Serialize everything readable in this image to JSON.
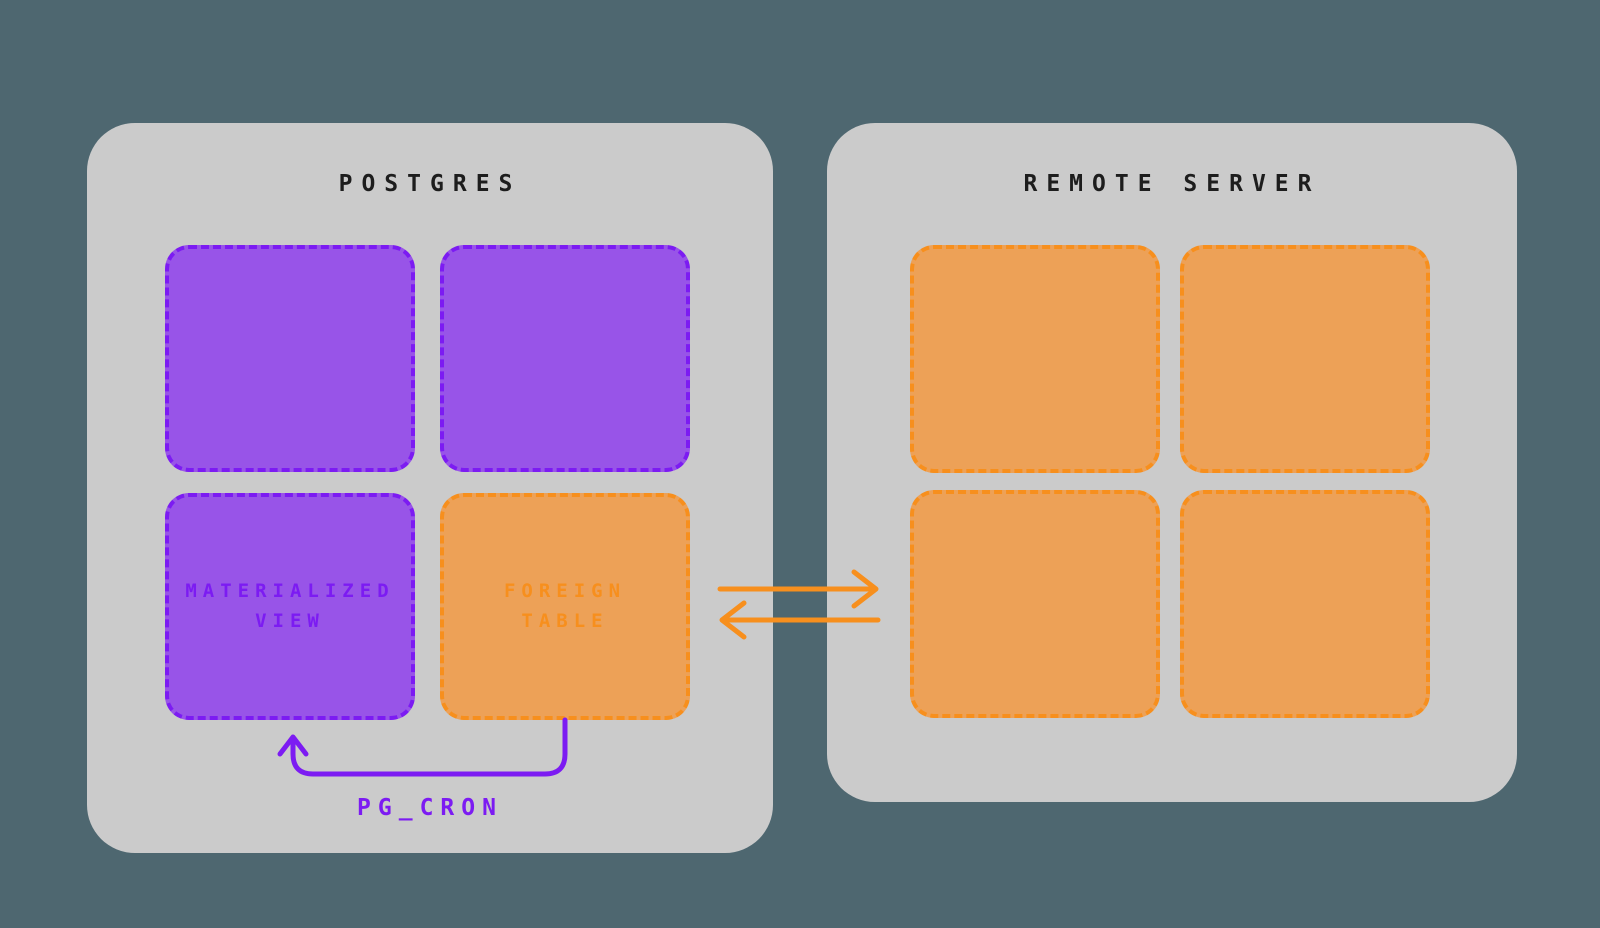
{
  "colors": {
    "background": "#4e6770",
    "container": "#cbcbcb",
    "purple_fill": "#9854e8",
    "purple_accent": "#7c1bf2",
    "orange_fill": "#eda157",
    "orange_accent": "#f78f1d",
    "title_text": "#1d1d1d"
  },
  "postgres": {
    "title": "POSTGRES",
    "boxes": [
      {
        "name": "postgres-table-1",
        "color": "purple",
        "label_line1": "",
        "label_line2": ""
      },
      {
        "name": "postgres-table-2",
        "color": "purple",
        "label_line1": "",
        "label_line2": ""
      },
      {
        "name": "materialized-view",
        "color": "purple",
        "label_line1": "MATERIALIZED",
        "label_line2": "VIEW"
      },
      {
        "name": "foreign-table",
        "color": "orange",
        "label_line1": "FOREIGN",
        "label_line2": "TABLE"
      }
    ],
    "cron_label": "PG_CRON"
  },
  "remote_server": {
    "title": "REMOTE SERVER",
    "boxes": [
      {
        "name": "remote-table-1",
        "color": "orange"
      },
      {
        "name": "remote-table-2",
        "color": "orange"
      },
      {
        "name": "remote-table-3",
        "color": "orange"
      },
      {
        "name": "remote-table-4",
        "color": "orange"
      }
    ]
  },
  "connections": {
    "foreign_table_to_remote": {
      "direction": "right",
      "color": "#f78f1d"
    },
    "remote_to_foreign_table": {
      "direction": "left",
      "color": "#f78f1d"
    },
    "pg_cron_refresh": {
      "from": "foreign-table",
      "to": "materialized-view",
      "color": "#7c1bf2"
    }
  }
}
